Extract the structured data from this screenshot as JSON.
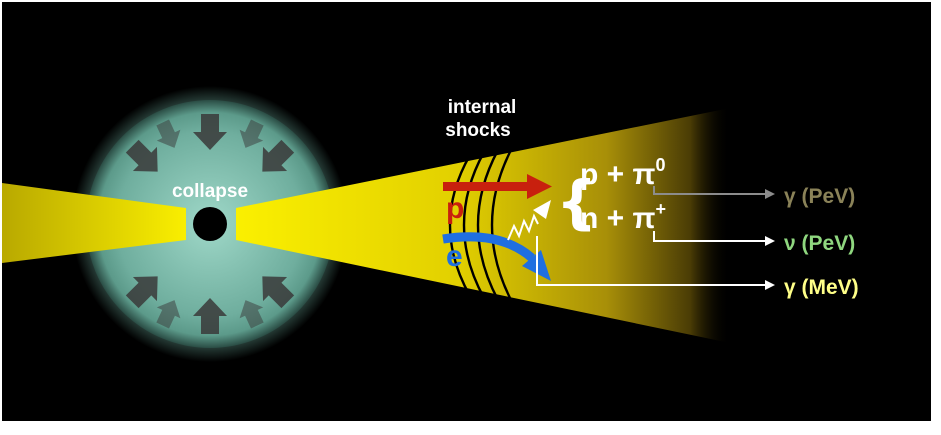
{
  "labels": {
    "collapse": "collapse",
    "internal_shocks_line1": "internal",
    "internal_shocks_line2": "shocks",
    "proton": "p",
    "electron": "e",
    "reaction1_base": "p + π",
    "reaction1_sup": "0",
    "reaction2_base": "n + π",
    "reaction2_sup": "+",
    "output1": "γ (PeV)",
    "output2": "ν (PeV)",
    "output3": "γ (MeV)"
  },
  "colors": {
    "background": "#000000",
    "jet": "#f2e200",
    "star": "#7fbfae",
    "proton_arrow": "#c8200e",
    "electron_arrow": "#1f6fe0",
    "gamma_pev": "#8a8258",
    "nu_pev": "#8fd77f",
    "gamma_mev": "#ffff88",
    "gray_arrow": "#8c8c8c",
    "white": "#ffffff"
  },
  "icons": {
    "collapse_arrows": "inward-arrow-icon",
    "black_hole": "black-hole-icon",
    "photon_emission": "wavy-photon-icon"
  }
}
